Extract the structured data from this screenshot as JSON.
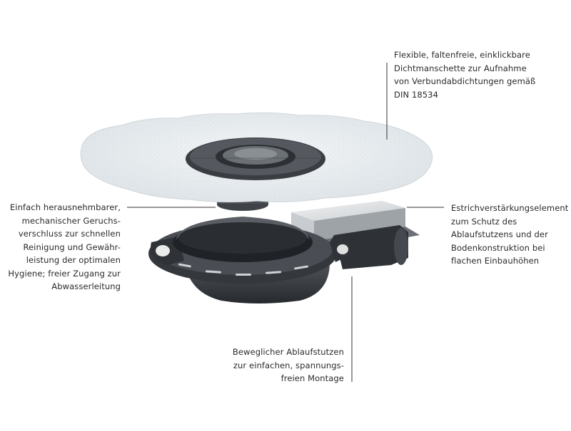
{
  "callouts": {
    "top": [
      "Flexible, faltenfreie, einklickbare",
      "Dichtmanschette zur Aufnahme",
      "von Verbundabdichtungen gemäß",
      "DIN 18534"
    ],
    "left": [
      "Einfach herausnehmbarer,",
      "mechanischer Geruchs-",
      "verschluss zur schnellen",
      "Reinigung und Gewähr-",
      "leistung der optimalen",
      "Hygiene; freier Zugang zur",
      "Abwasserleitung"
    ],
    "right": [
      "Estrichverstärkungselement",
      "zum Schutz des",
      "Ablaufstutzens und der",
      "Bodenkonstruktion bei",
      "flachen Einbauhöhen"
    ],
    "bottom": [
      "Beweglicher Ablaufstutzen",
      "zur einfachen, spannungs-",
      "freien Montage"
    ]
  },
  "colors": {
    "membrane": "#e9eef1",
    "drain_body": "#3a3d42",
    "drain_dark": "#1f2226",
    "insert": "#4a4e54",
    "leader_line": "#333333"
  }
}
